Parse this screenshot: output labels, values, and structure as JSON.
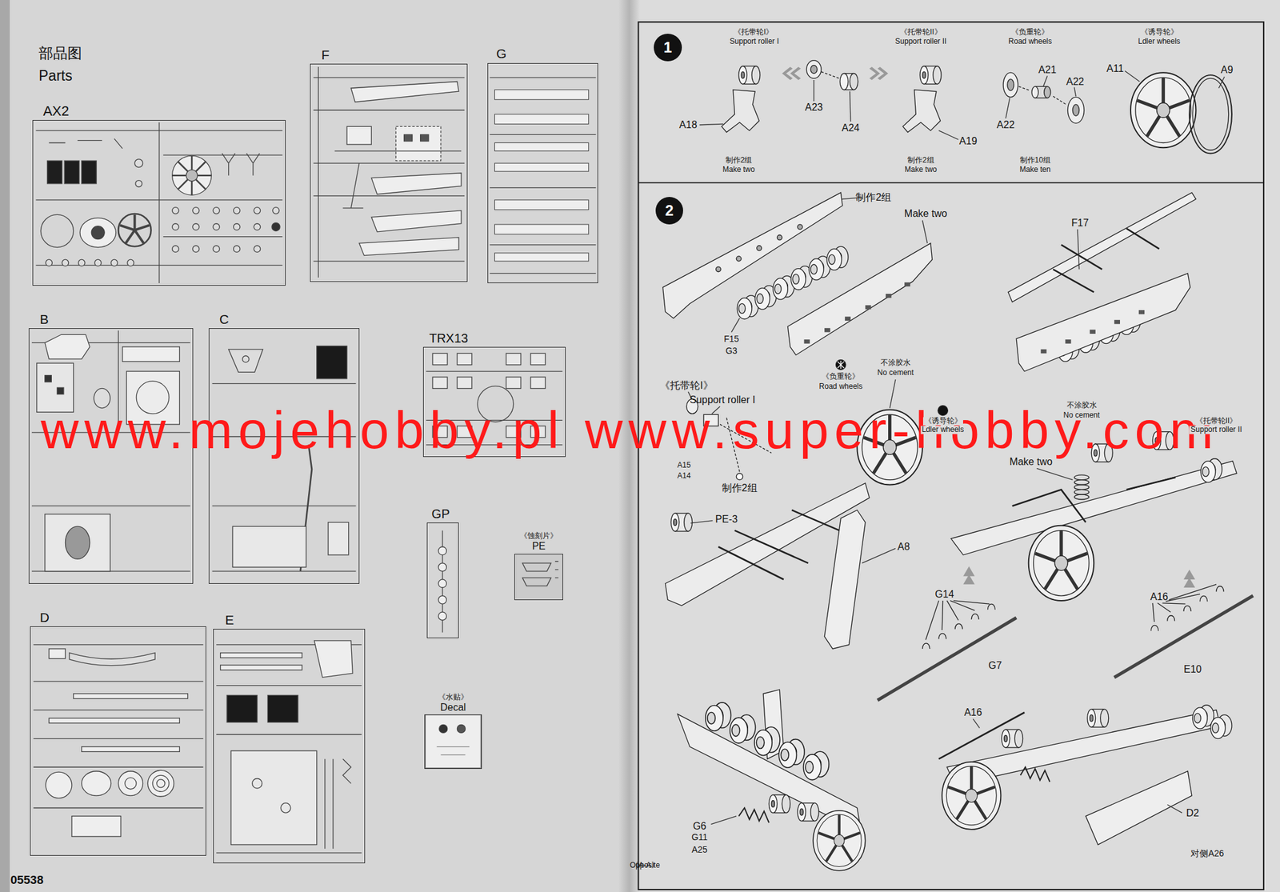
{
  "diagram": {
    "title": "部品图 Parts",
    "nodes": [
      {
        "text": [
          "AX2"
        ]
      },
      {
        "text": [
          "F"
        ]
      },
      {
        "text": [
          "G"
        ]
      },
      {
        "text": [
          "B"
        ]
      },
      {
        "text": [
          "C"
        ]
      },
      {
        "text": [
          "TRX13"
        ]
      },
      {
        "text": [
          "GP"
        ]
      },
      {
        "text": [
          "《蚀刻片》",
          "PE"
        ]
      },
      {
        "text": [
          "D"
        ]
      },
      {
        "text": [
          "E"
        ]
      },
      {
        "text": [
          "《水贴》",
          "Decal"
        ]
      },
      {
        "text": [
          "1"
        ]
      },
      {
        "text": [
          "2"
        ]
      }
    ],
    "labels": [
      "www.mojehobby.pl www.super-hobby.com",
      "05538",
      "《托带轮I》",
      "Support roller I",
      "A18",
      "制作2组",
      "Make two",
      "A23",
      "A24",
      "《托带轮II》",
      "Support roller II",
      "A19",
      "制作2组",
      "Make two",
      "《负重轮》",
      "Road wheels",
      "A21",
      "A22",
      "A22",
      "制作10组",
      "Make ten",
      "《诱导轮》",
      "Ldler wheels",
      "A11",
      "A9",
      "制作2组",
      "Make two",
      "F17",
      "F15",
      "G3",
      "《负重轮》",
      "Road wheels",
      "不涂胶水",
      "No cement",
      "《诱导轮》",
      "Ldler wheels",
      "不涂胶水",
      "No cement",
      "《托带轮II》",
      "Support roller II",
      "《托带轮I》",
      "Support roller I",
      "A15",
      "A14",
      "制作2组",
      "Make two",
      "PE-3",
      "A8",
      "G14",
      "G7",
      "A16",
      "E10",
      "A16",
      "D2",
      "G6",
      "G11",
      "A25",
      "对侧A26",
      "Opposite",
      "《A-A》"
    ]
  }
}
